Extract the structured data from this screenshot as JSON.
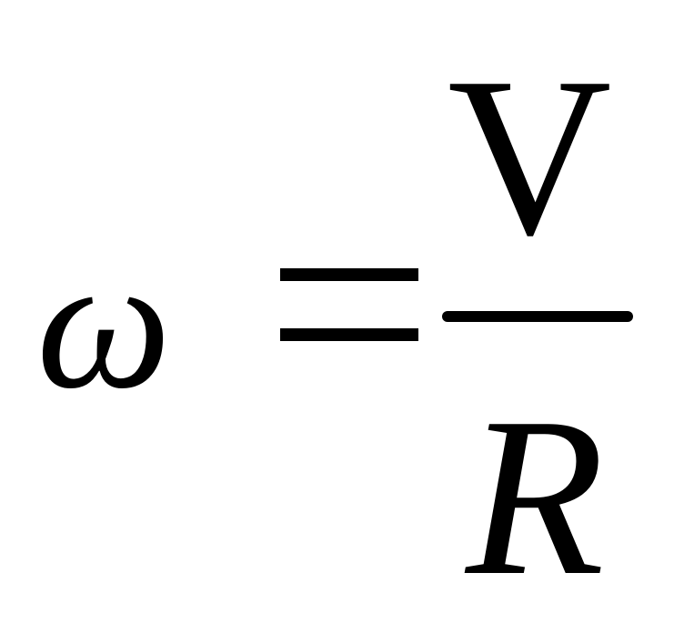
{
  "formula": {
    "lhs": "ω",
    "operator": "=",
    "numerator": "V",
    "denominator": "R"
  }
}
